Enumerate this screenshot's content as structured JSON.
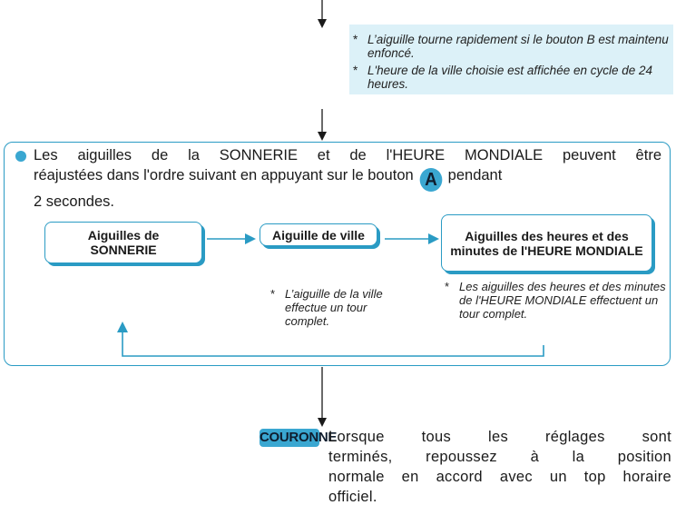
{
  "notes_top": [
    {
      "marker": "*",
      "text": "L’aiguille tourne rapidement si le bouton B est maintenu enfoncé."
    },
    {
      "marker": "*",
      "text": "L'heure de la ville choisie est affichée en cycle de 24 heures."
    }
  ],
  "main": {
    "para_line1": "Les aiguilles de la SONNERIE et de l'HEURE MONDIALE peuvent être",
    "para_line2_before": "réajustées dans l'ordre suivant en appuyant sur le bouton",
    "button_a": "A",
    "para_line2_after": "pendant",
    "para_line3": "2 secondes.",
    "steps": [
      {
        "label": "Aiguilles de SONNERIE"
      },
      {
        "label": "Aiguille de ville"
      },
      {
        "label": "Aiguilles des heures et des minutes de l'HEURE MONDIALE"
      }
    ],
    "step_notes": [
      {
        "marker": "*",
        "text": "L’aiguille de la ville effectue un tour complet."
      },
      {
        "marker": "*",
        "text": "Les aiguilles des heures et des minutes de l'HEURE MONDIALE effectuent un tour complet."
      }
    ]
  },
  "final": {
    "badge": "COURONNE",
    "line1": "Lorsque tous les réglages sont",
    "line2": "terminés, repoussez à la position",
    "line3": "normale en accord avec un top horaire",
    "line4": "officiel."
  },
  "colors": {
    "accent": "#3aa7d1",
    "note_bg": "#dcf1f8",
    "frame": "#2a9bc4"
  }
}
